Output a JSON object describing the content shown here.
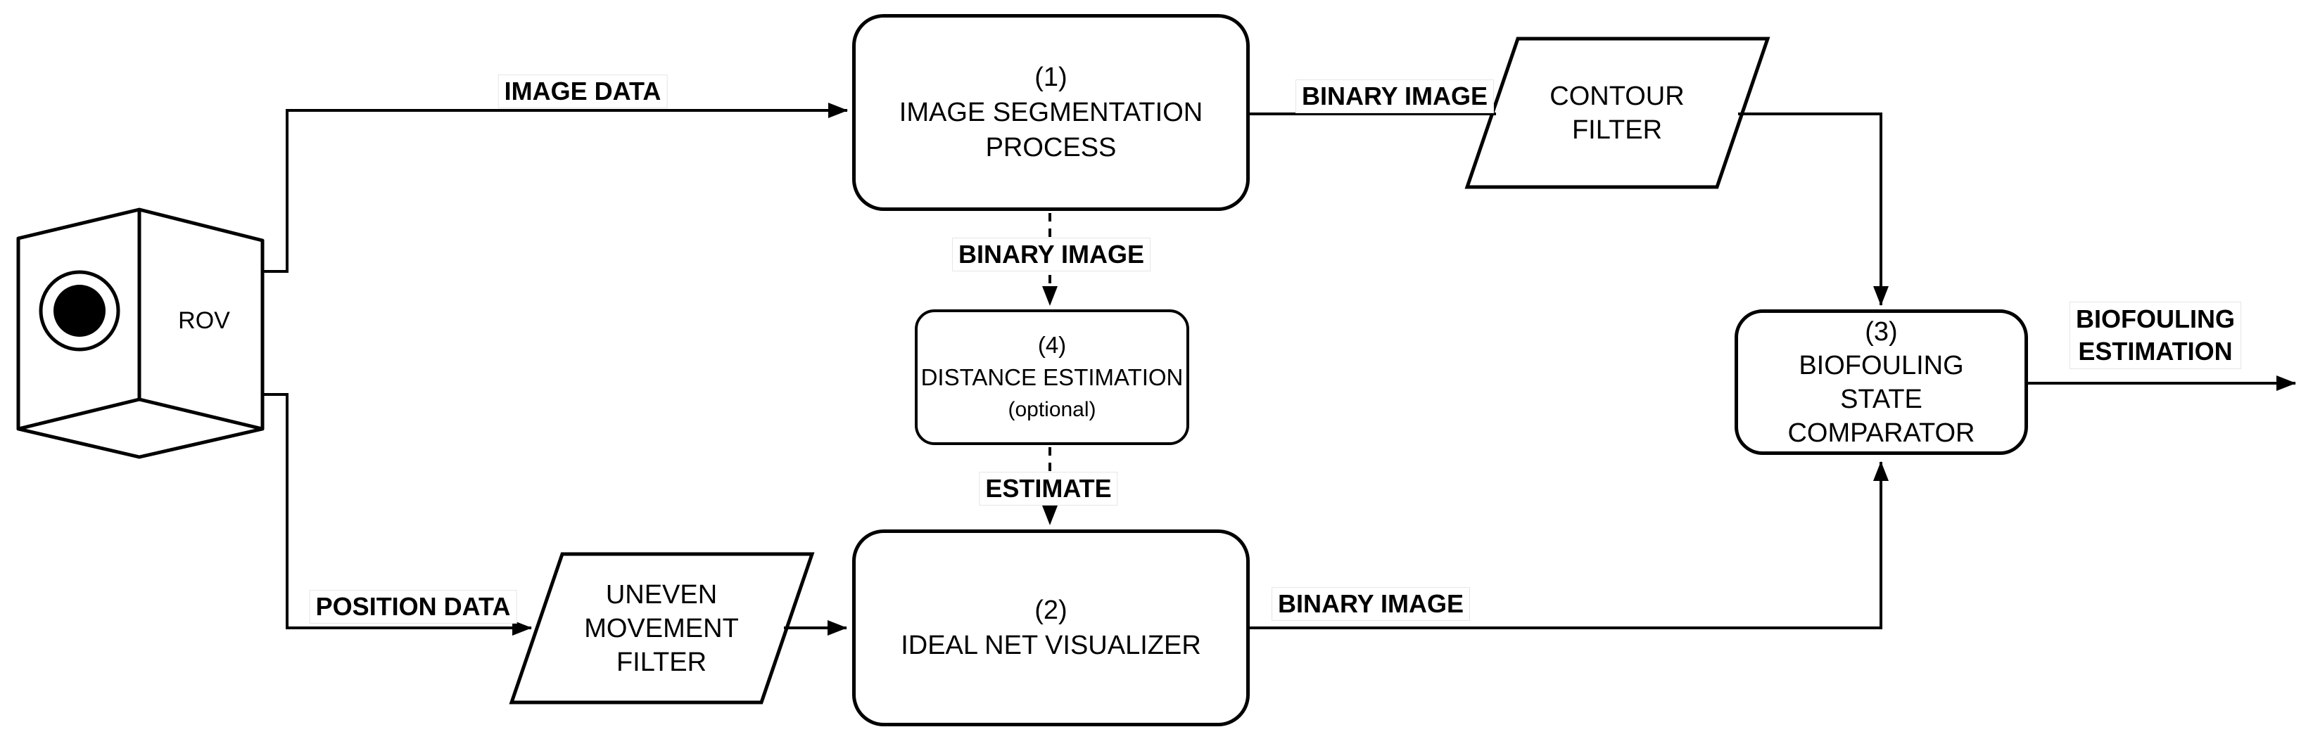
{
  "diagram": {
    "colors": {
      "background": "#ffffff",
      "stroke": "#000000",
      "label_bg": "#ffffff",
      "label_border": "#e6e6e6"
    },
    "nodes": {
      "rov": {
        "label": "ROV"
      },
      "image_segmentation": {
        "id": "(1)",
        "line1": "IMAGE SEGMENTATION",
        "line2": "PROCESS"
      },
      "contour_filter": {
        "line1": "CONTOUR",
        "line2": "FILTER"
      },
      "distance_estimation": {
        "id": "(4)",
        "line1": "DISTANCE ESTIMATION",
        "note": "(optional)"
      },
      "ideal_net_visualizer": {
        "id": "(2)",
        "line1": "IDEAL NET VISUALIZER"
      },
      "uneven_movement_filter": {
        "line1": "UNEVEN",
        "line2": "MOVEMENT",
        "line3": "FILTER"
      },
      "biofouling_state_comparator": {
        "id": "(3)",
        "line1": "BIOFOULING",
        "line2": "STATE",
        "line3": "COMPARATOR"
      }
    },
    "edge_labels": {
      "image_data": "IMAGE DATA",
      "binary_image_top": "BINARY IMAGE",
      "binary_image_middle": "BINARY IMAGE",
      "estimate": "ESTIMATE",
      "position_data": "POSITION DATA",
      "binary_image_bottom": "BINARY IMAGE",
      "biofouling_estimation": {
        "line1": "BIOFOULING",
        "line2": "ESTIMATION"
      }
    }
  }
}
